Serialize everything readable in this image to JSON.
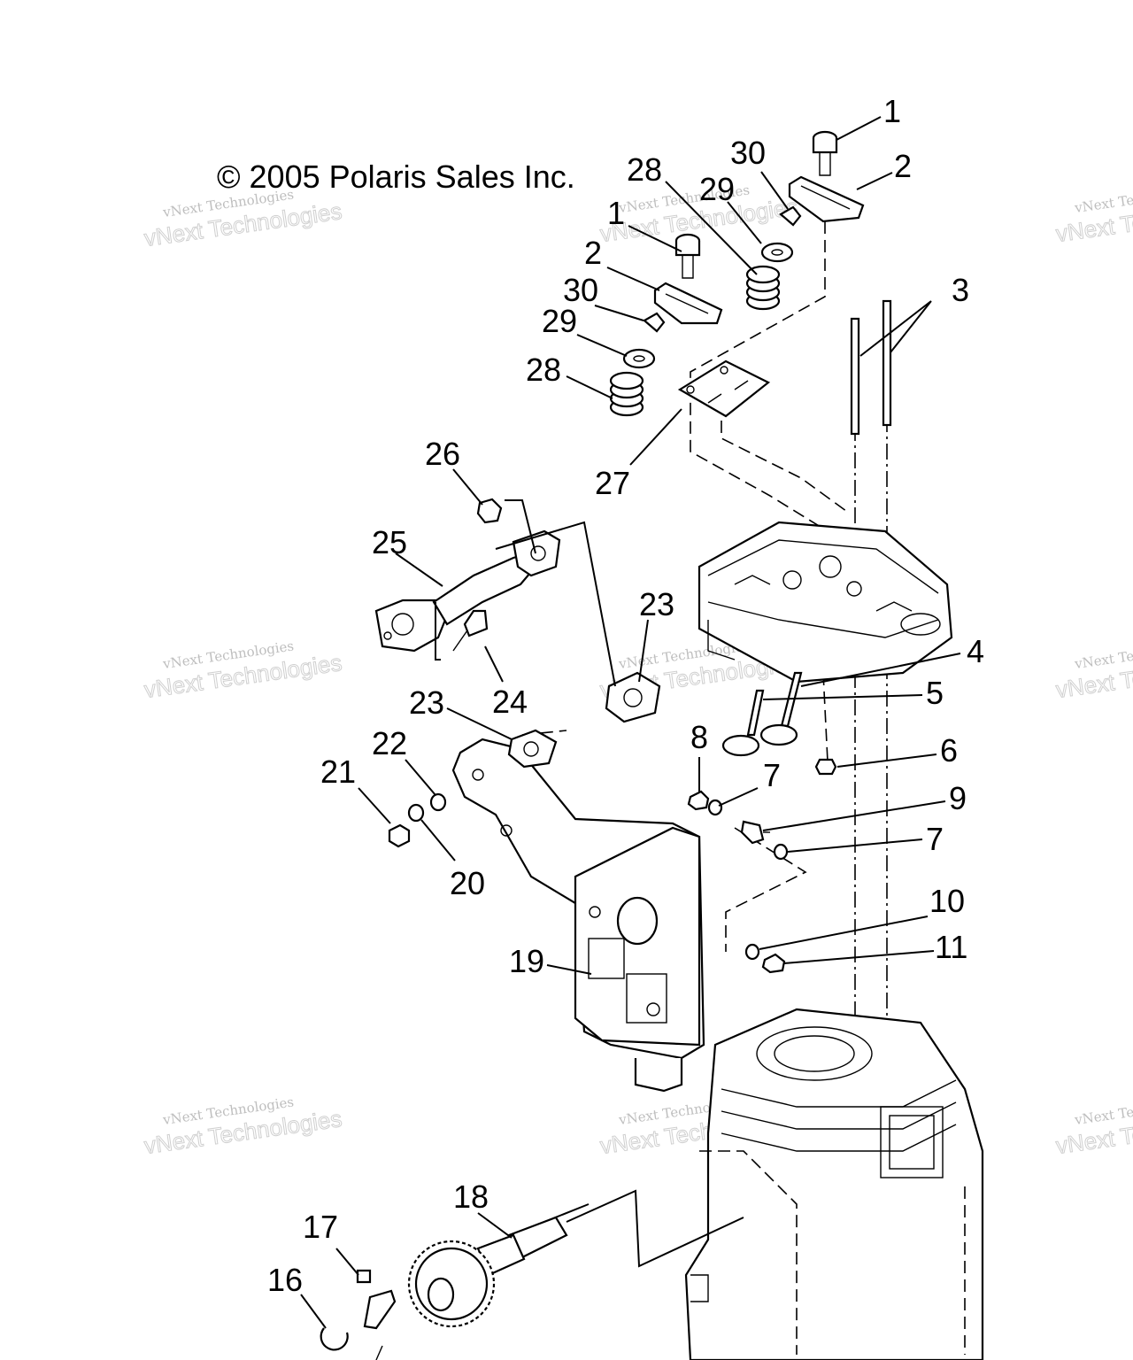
{
  "copyright": "© 2005 Polaris Sales Inc.",
  "watermark": {
    "line1": "vNext Technologies",
    "line2": "vNext Technologies"
  },
  "callouts": [
    {
      "label": "1"
    },
    {
      "label": "2"
    },
    {
      "label": "30"
    },
    {
      "label": "28"
    },
    {
      "label": "29"
    },
    {
      "label": "1"
    },
    {
      "label": "2"
    },
    {
      "label": "30"
    },
    {
      "label": "29"
    },
    {
      "label": "28"
    },
    {
      "label": "3"
    },
    {
      "label": "27"
    },
    {
      "label": "26"
    },
    {
      "label": "25"
    },
    {
      "label": "23"
    },
    {
      "label": "24"
    },
    {
      "label": "4"
    },
    {
      "label": "5"
    },
    {
      "label": "23"
    },
    {
      "label": "22"
    },
    {
      "label": "21"
    },
    {
      "label": "8"
    },
    {
      "label": "7"
    },
    {
      "label": "6"
    },
    {
      "label": "9"
    },
    {
      "label": "7"
    },
    {
      "label": "20"
    },
    {
      "label": "10"
    },
    {
      "label": "11"
    },
    {
      "label": "19"
    },
    {
      "label": "18"
    },
    {
      "label": "17"
    },
    {
      "label": "16"
    }
  ]
}
